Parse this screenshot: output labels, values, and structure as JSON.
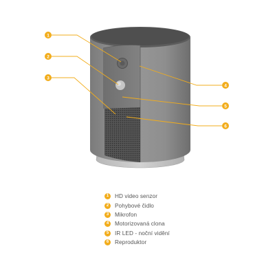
{
  "accent_color": "#f2ad1c",
  "body_color": "#8f8f8f",
  "illustration": "indoor-security-camera",
  "callouts": [
    {
      "num": "1",
      "label": "HD video senzor"
    },
    {
      "num": "2",
      "label": "Pohybové čidlo"
    },
    {
      "num": "3",
      "label": "Mikrofon"
    },
    {
      "num": "4",
      "label": "Motorizovaná clona"
    },
    {
      "num": "5",
      "label": "IR LED - noční vidění"
    },
    {
      "num": "6",
      "label": "Reproduktor"
    }
  ]
}
